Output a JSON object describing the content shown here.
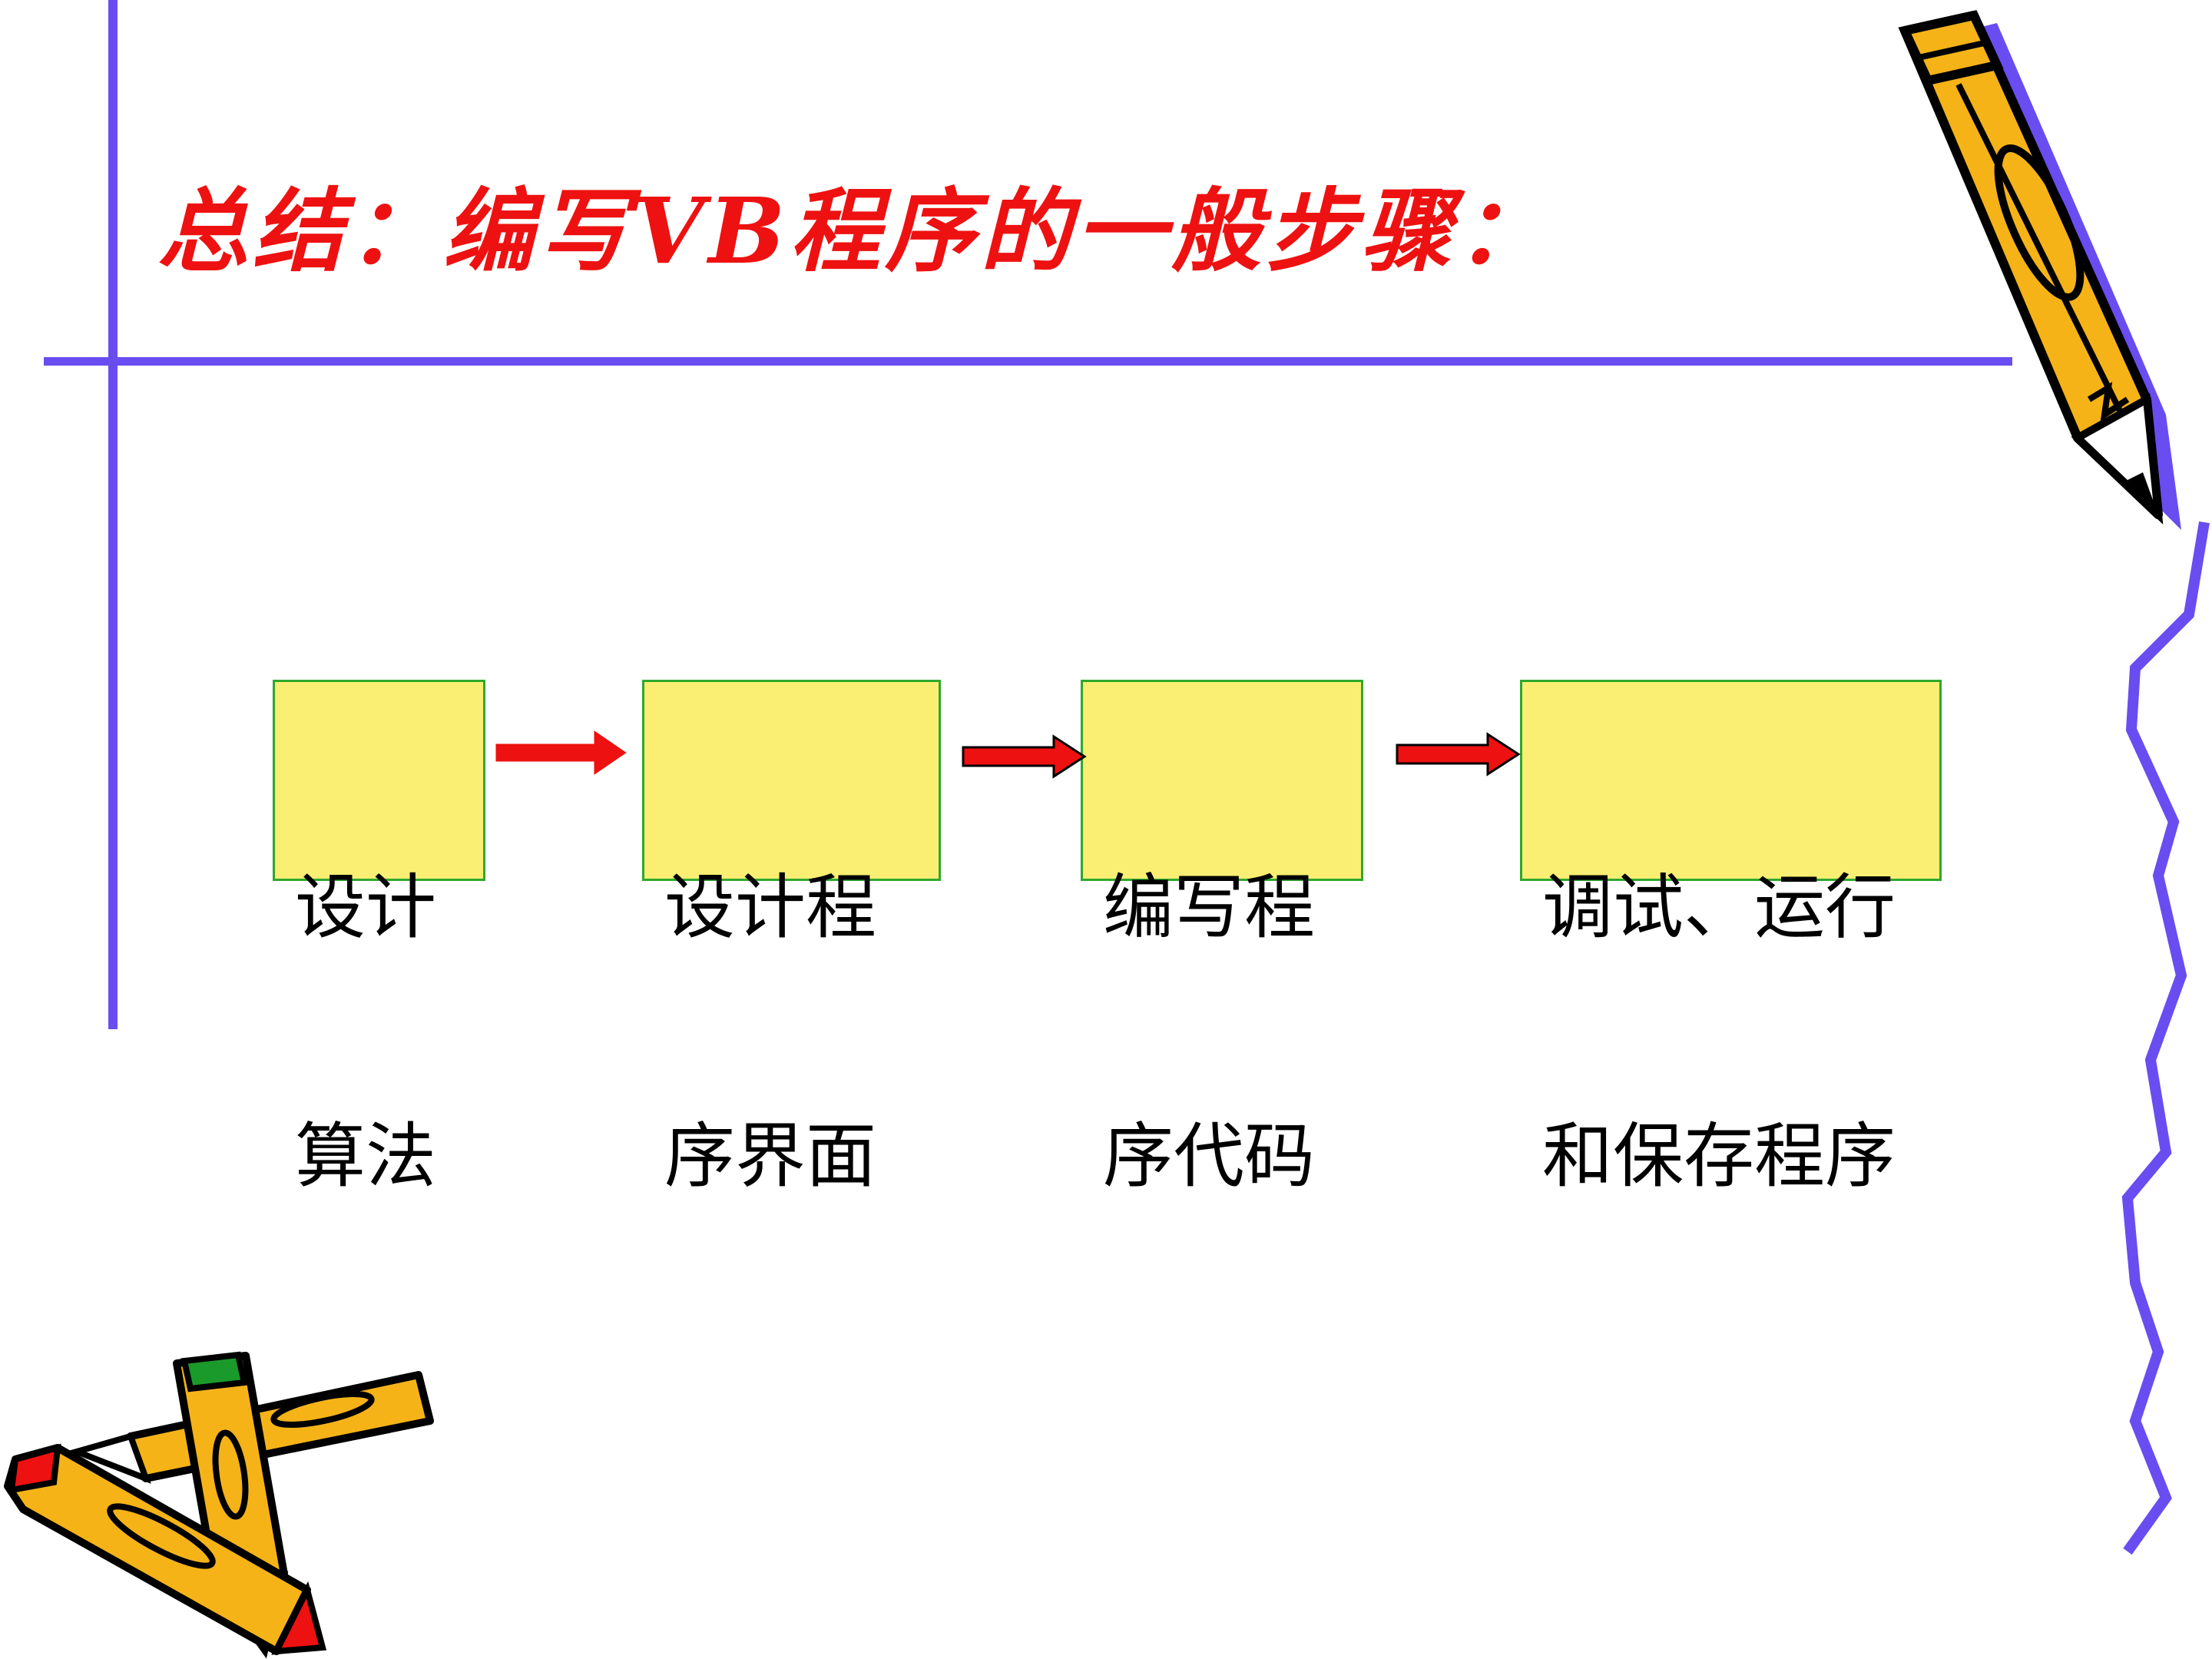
{
  "title": "总结：编写VB程序的一般步骤：",
  "steps": [
    {
      "line1": "设计",
      "line2": "算法"
    },
    {
      "line1": "设计程",
      "line2": "序界面"
    },
    {
      "line1": "编写程",
      "line2": "序代码"
    },
    {
      "line1": "调试、运行",
      "line2": "和保存程序"
    }
  ],
  "colors": {
    "title": "#ee1111",
    "rule": "#6a4df0",
    "box_fill": "#fbef73",
    "box_border": "#2ea82e",
    "arrow": "#ee1111"
  },
  "icons": {
    "top_right": "pencil-icon",
    "bottom_left": "crossed-pencils-icon",
    "right_edge": "zigzag-border-icon"
  }
}
